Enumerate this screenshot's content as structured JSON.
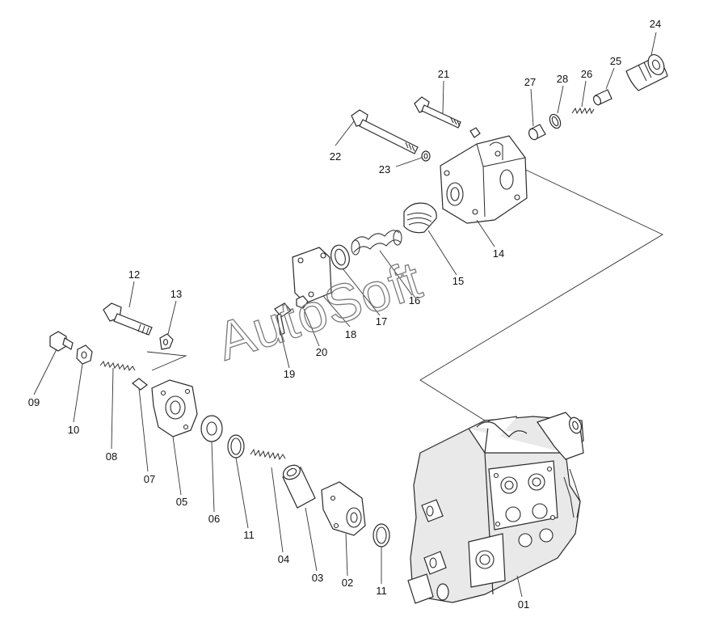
{
  "watermark": "AutoSoft",
  "callouts": {
    "p01": "01",
    "p02": "02",
    "p03": "03",
    "p04": "04",
    "p05": "05",
    "p06": "06",
    "p07": "07",
    "p08": "08",
    "p09": "09",
    "p10": "10",
    "p11a": "11",
    "p11b": "11",
    "p12": "12",
    "p13": "13",
    "p14": "14",
    "p15": "15",
    "p16": "16",
    "p17": "17",
    "p18": "18",
    "p19": "19",
    "p20": "20",
    "p21": "21",
    "p22": "22",
    "p23": "23",
    "p24": "24",
    "p25": "25",
    "p26": "26",
    "p27": "27",
    "p28": "28"
  }
}
